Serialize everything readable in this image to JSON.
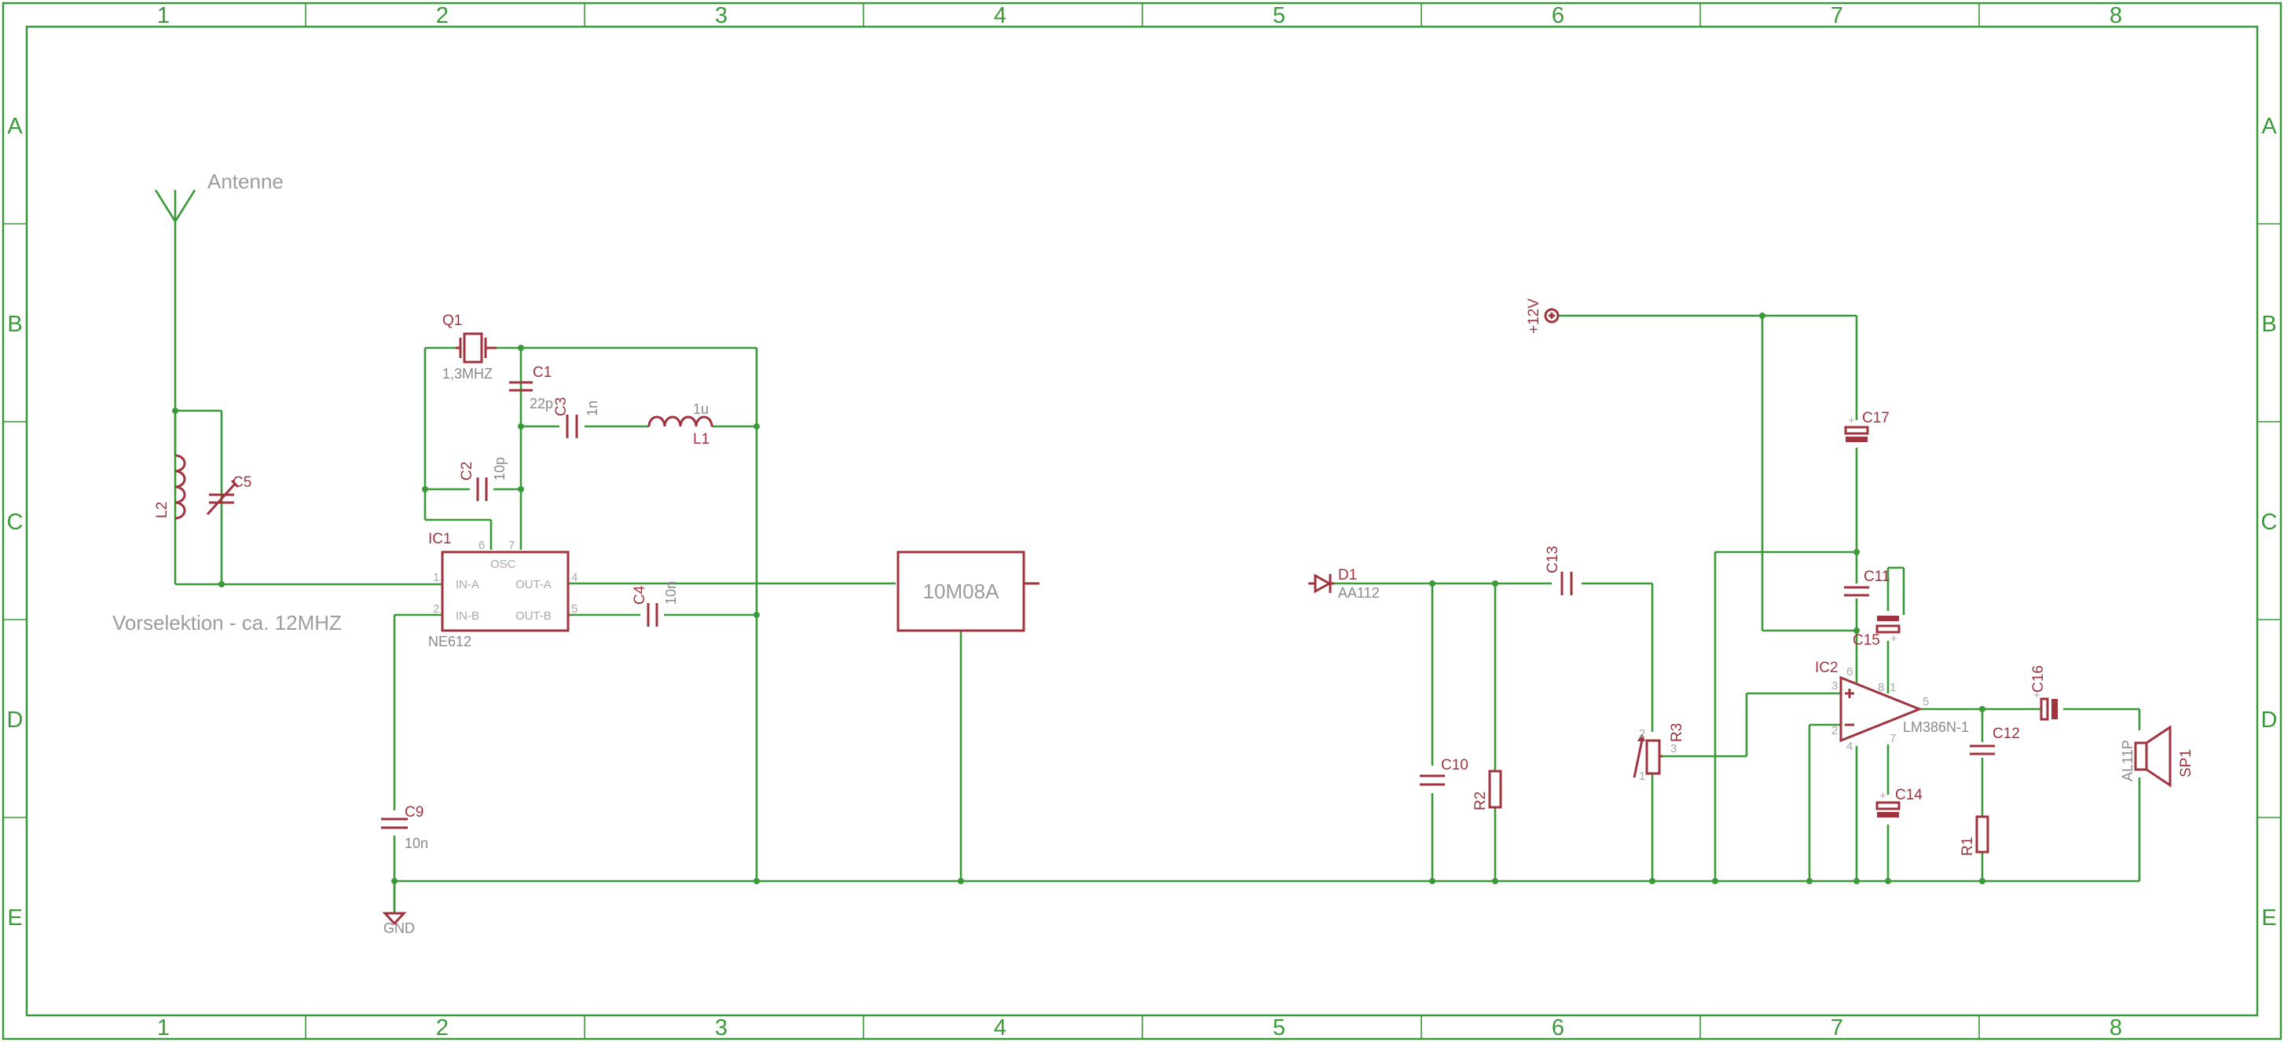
{
  "frame": {
    "columns": [
      "1",
      "2",
      "3",
      "4",
      "5",
      "6",
      "7",
      "8"
    ],
    "rows": [
      "A",
      "B",
      "C",
      "D",
      "E"
    ]
  },
  "notes": {
    "antenna_label": "Antenne",
    "preselection": "Vorselektion - ca. 12MHZ"
  },
  "parts": {
    "Q1": {
      "name": "Q1",
      "value": "1,3MHZ"
    },
    "C1": {
      "name": "C1",
      "value": "22p"
    },
    "C3": {
      "name": "C3",
      "value": "1n"
    },
    "L1": {
      "name": "L1",
      "value": "1u"
    },
    "C2": {
      "name": "C2",
      "value": "10p"
    },
    "L2": {
      "name": "L2"
    },
    "C5": {
      "name": "C5"
    },
    "IC1": {
      "name": "IC1",
      "value": "NE612",
      "pins": {
        "osc": "OSC",
        "in_a": "IN-A",
        "in_b": "IN-B",
        "out_a": "OUT-A",
        "out_b": "OUT-B",
        "p1": "1",
        "p2": "2",
        "p4": "4",
        "p5": "5",
        "p6": "6",
        "p7": "7"
      }
    },
    "C4": {
      "name": "C4",
      "value": "10n"
    },
    "C9": {
      "name": "C9",
      "value": "10n"
    },
    "filter": {
      "value": "10M08A"
    },
    "gnd": {
      "name": "GND"
    },
    "D1": {
      "name": "D1",
      "value": "AA112"
    },
    "C13": {
      "name": "C13"
    },
    "C10": {
      "name": "C10"
    },
    "R2": {
      "name": "R2"
    },
    "R3": {
      "name": "R3",
      "pins": {
        "p1": "1",
        "p2": "2",
        "p3": "3"
      }
    },
    "supply": {
      "name": "+12V"
    },
    "C17": {
      "name": "C17"
    },
    "C11": {
      "name": "C11"
    },
    "C15": {
      "name": "C15"
    },
    "IC2": {
      "name": "IC2",
      "value": "LM386N-1",
      "pins": {
        "p3": "3",
        "p2": "2",
        "p4": "4",
        "p5": "5",
        "p6": "6",
        "p8": "8",
        "p1": "1",
        "p7": "7"
      }
    },
    "C16": {
      "name": "C16"
    },
    "C12": {
      "name": "C12"
    },
    "C14": {
      "name": "C14"
    },
    "R1": {
      "name": "R1"
    },
    "SP1": {
      "name": "SP1",
      "value": "AL11P"
    }
  }
}
